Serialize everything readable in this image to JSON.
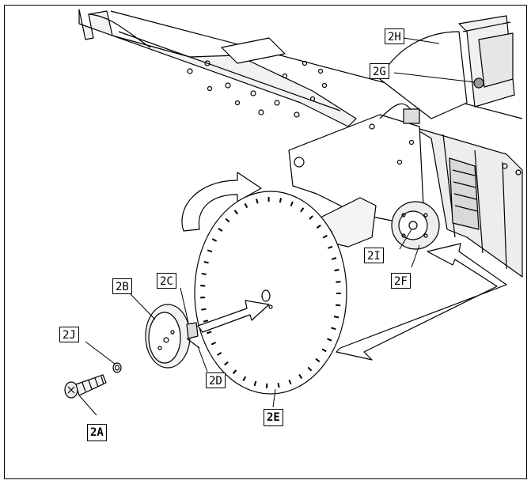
{
  "callouts": {
    "c2H": "2H",
    "c2G": "2G",
    "c2B": "2B",
    "c2C": "2C",
    "c2J": "2J",
    "c2D": "2D",
    "c2I": "2I",
    "c2F": "2F",
    "c2A": "2A",
    "c2E": "2E"
  },
  "colors": {
    "line": "#000000",
    "shade": "#e6e6e6",
    "paper": "#ffffff"
  }
}
